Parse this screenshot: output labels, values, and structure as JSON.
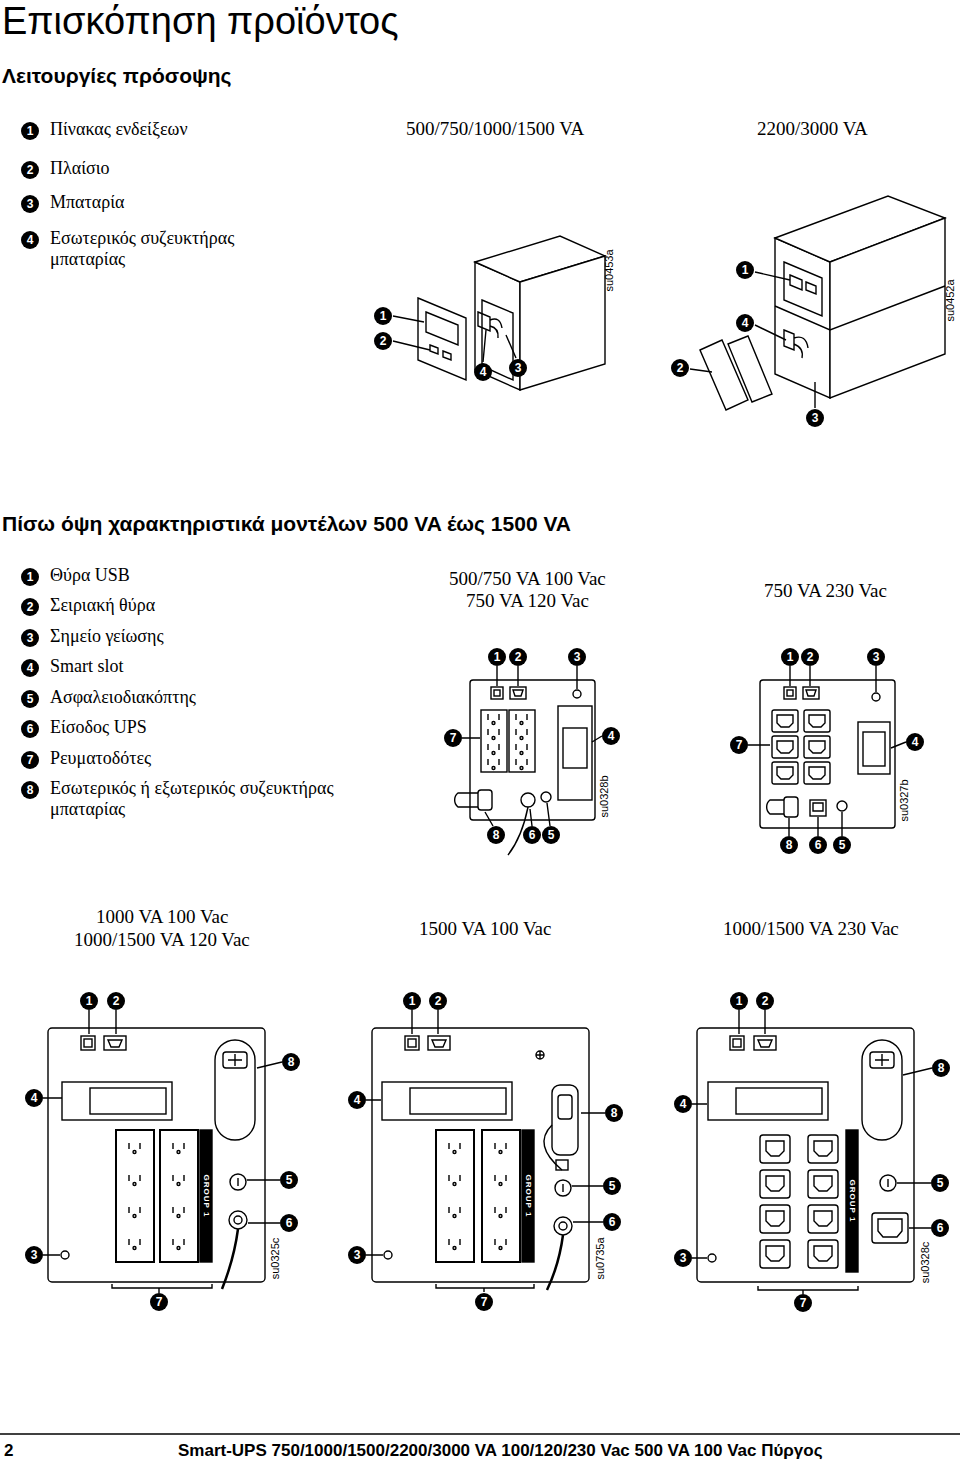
{
  "diagram": {
    "title": "Επισκόπηση προϊόντος",
    "labels": [
      "Λειτουργίες πρόσοψης",
      "1",
      "Πίνακας ενδείξεων",
      "2",
      "Πλαίσιο",
      "3",
      "Μπαταρία",
      "4",
      "Εσωτερικός συζευκτήρας μπαταρίας",
      "500/750/1000/1500 VA",
      "2200/3000 VA",
      "1",
      "2",
      "4",
      "3",
      "su0453a",
      "1",
      "4",
      "2",
      "3",
      "su0452a",
      "Πίσω όψη χαρακτηριστικά μοντέλων 500 VA έως 1500 VA",
      "1",
      "Θύρα USB",
      "2",
      "Σειριακή θύρα",
      "3",
      "Σημείο γείωσης",
      "4",
      "Smart slot",
      "5",
      "Ασφαλειοδιακόπτης",
      "6",
      "Είσοδος UPS",
      "7",
      "Ρευματοδότες",
      "8",
      "Εσωτερικός ή εξωτερικός συζευκτήρας μπαταρίας",
      "500/750 VA 100 Vac",
      "750 VA 120 Vac",
      "750 VA 230 Vac",
      "1",
      "2",
      "3",
      "7",
      "4",
      "8",
      "6",
      "5",
      "su0328b",
      "1",
      "2",
      "3",
      "7",
      "4",
      "8",
      "6",
      "5",
      "su0327b",
      "1000 VA 100 Vac",
      "1000/1500 VA 120 Vac",
      "1500 VA 100 Vac",
      "1000/1500 VA 230 Vac",
      "1",
      "2",
      "8",
      "4",
      "5",
      "6",
      "3",
      "7",
      "su0325c",
      "GROUP 1",
      "1",
      "2",
      "4",
      "8",
      "5",
      "6",
      "3",
      "7",
      "su0735a",
      "GROUP 1",
      "1",
      "2",
      "8",
      "4",
      "5",
      "6",
      "3",
      "7",
      "su0328c",
      "GROUP 1",
      "2",
      "Smart-UPS 750/1000/1500/2200/3000 VA 100/120/230 Vac 500 VA 100 Vac Πύργος"
    ]
  }
}
